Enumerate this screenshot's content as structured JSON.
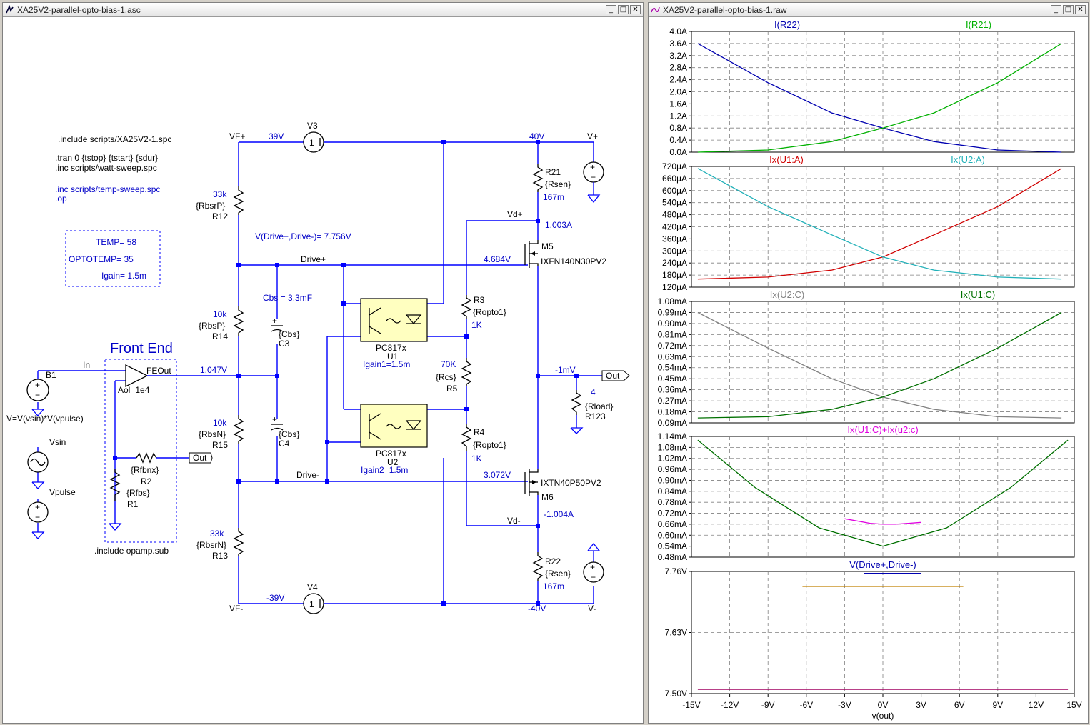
{
  "schematic_window": {
    "title": "XA25V2-parallel-opto-bias-1.asc",
    "directives": {
      "include_spc": ".include scripts/XA25V2-1.spc",
      "tran": ".tran 0 {tstop} {tstart} {sdur}",
      "inc_watt": ".inc scripts/watt-sweep.spc",
      "inc_temp": ".inc scripts/temp-sweep.spc",
      "op": ".op",
      "include_opamp": ".include opamp.sub"
    },
    "params": {
      "temp": "TEMP= 58",
      "optotemp": "OPTOTEMP= 35",
      "igain": "Igain= 1.5m"
    },
    "vdrive_readout": "V(Drive+,Drive-)=   7.756V",
    "cbs_note": "Cbs = 3.3mF",
    "front_end_title": "Front End",
    "nets": {
      "vf_plus": "VF+",
      "vf_minus": "VF-",
      "v_plus": "V+",
      "v_minus": "V-",
      "drive_plus": "Drive+",
      "drive_minus": "Drive-",
      "vd_plus": "Vd+",
      "vd_minus": "Vd-",
      "in": "In",
      "feout": "FEOut",
      "out1": "Out",
      "out2": "Out"
    },
    "voltages": {
      "v39": "39V",
      "v40": "40V",
      "vm39": "-39V",
      "vm40": "-40V",
      "v1047": "1.047V",
      "v4684": "4.684V",
      "v3072": "3.072V",
      "vm1mv": "-1mV",
      "i1003": "1.003A",
      "im1004": "-1.004A"
    },
    "components": {
      "v3": "V3",
      "v4": "V4",
      "b1": "B1",
      "b1_expr": "V=V(vsin)*V(vpulse)",
      "vsin": "Vsin",
      "vpulse": "Vpulse",
      "aol": "Aol=1e4",
      "r12_val": "33k",
      "r12_param": "{RbsrP}",
      "r12": "R12",
      "r14_val": "10k",
      "r14_param": "{RbsP}",
      "r14": "R14",
      "r15_val": "10k",
      "r15_param": "{RbsN}",
      "r15": "R15",
      "r13_val": "33k",
      "r13_param": "{RbsrN}",
      "r13": "R13",
      "c3_param": "{Cbs}",
      "c3": "C3",
      "c4_param": "{Cbs}",
      "c4": "C4",
      "r21": "R21",
      "r21_param": "{Rsen}",
      "r21_val": "167m",
      "r22": "R22",
      "r22_param": "{Rsen}",
      "r22_val": "167m",
      "m5": "M5",
      "m5_part": "IXFN140N30PV2",
      "m6": "M6",
      "m6_part": "IXTN40P50PV2",
      "r3": "R3",
      "r3_param": "{Ropto1}",
      "r3_val": "1K",
      "r4": "R4",
      "r4_param": "{Ropto1}",
      "r4_val": "1K",
      "r5_val": "70K",
      "r5_param": "{Rcs}",
      "r5": "R5",
      "u1_part": "PC817x",
      "u1": "U1",
      "u1_gain": "Igain1=1.5m",
      "u2_part": "PC817x",
      "u2": "U2",
      "u2_gain": "Igain2=1.5m",
      "r123_val": "4",
      "r123_param": "{Rload}",
      "r123": "R123",
      "r2_param": "{Rfbnx}",
      "r2": "R2",
      "r1_param": "{Rfbs}",
      "r1": "R1",
      "src_one": "1"
    }
  },
  "waveform_window": {
    "title": "XA25V2-parallel-opto-bias-1.raw",
    "xlabel": "v(out)",
    "x_ticks": [
      "-15V",
      "-12V",
      "-9V",
      "-6V",
      "-3V",
      "0V",
      "3V",
      "6V",
      "9V",
      "12V",
      "15V"
    ],
    "colors": {
      "blue": "#0000b0",
      "green": "#00b000",
      "red": "#d00000",
      "cyan": "#20b0b8",
      "gray": "#808080",
      "dkgreen": "#007000",
      "magenta": "#e000e0",
      "brown": "#c08000"
    }
  },
  "chart_data": [
    {
      "type": "line",
      "title": "",
      "series": [
        {
          "name": "I(R22)",
          "color": "#0000b0",
          "x": [
            -14.5,
            -9,
            -4,
            0,
            4,
            9,
            14
          ],
          "y": [
            3.6,
            2.3,
            1.3,
            0.8,
            0.35,
            0.07,
            0.0
          ]
        },
        {
          "name": "I(R21)",
          "color": "#00b000",
          "x": [
            -14.5,
            -9,
            -4,
            0,
            4,
            9,
            14
          ],
          "y": [
            0.0,
            0.07,
            0.35,
            0.8,
            1.3,
            2.3,
            3.6
          ]
        }
      ],
      "y_ticks": [
        "4.0A",
        "3.6A",
        "3.2A",
        "2.8A",
        "2.4A",
        "2.0A",
        "1.6A",
        "1.2A",
        "0.8A",
        "0.4A",
        "0.0A"
      ],
      "ylim": [
        0,
        4.0
      ],
      "xlim": [
        -15,
        15
      ],
      "grid": true
    },
    {
      "type": "line",
      "title": "",
      "series": [
        {
          "name": "Ix(U1:A)",
          "color": "#d00000",
          "x": [
            -14.5,
            -9,
            -4,
            0,
            4,
            9,
            14
          ],
          "y": [
            160,
            170,
            205,
            270,
            380,
            520,
            710
          ]
        },
        {
          "name": "Ix(U2:A)",
          "color": "#20b0b8",
          "x": [
            -14.5,
            -9,
            -4,
            0,
            4,
            9,
            14
          ],
          "y": [
            710,
            520,
            380,
            270,
            205,
            170,
            160
          ]
        }
      ],
      "y_ticks": [
        "720µA",
        "660µA",
        "600µA",
        "540µA",
        "480µA",
        "420µA",
        "360µA",
        "300µA",
        "240µA",
        "180µA",
        "120µA"
      ],
      "ylim": [
        120,
        720
      ],
      "xlim": [
        -15,
        15
      ],
      "grid": true
    },
    {
      "type": "line",
      "title": "",
      "series": [
        {
          "name": "Ix(U2:C)",
          "color": "#808080",
          "x": [
            -14.5,
            -9,
            -4,
            0,
            4,
            9,
            14
          ],
          "y": [
            0.99,
            0.7,
            0.45,
            0.3,
            0.2,
            0.14,
            0.13
          ]
        },
        {
          "name": "Ix(U1:C)",
          "color": "#007000",
          "x": [
            -14.5,
            -9,
            -4,
            0,
            4,
            9,
            14
          ],
          "y": [
            0.13,
            0.14,
            0.2,
            0.3,
            0.45,
            0.7,
            0.99
          ]
        }
      ],
      "y_ticks": [
        "1.08mA",
        "0.99mA",
        "0.90mA",
        "0.81mA",
        "0.72mA",
        "0.63mA",
        "0.54mA",
        "0.45mA",
        "0.36mA",
        "0.27mA",
        "0.18mA",
        "0.09mA"
      ],
      "ylim": [
        0.09,
        1.08
      ],
      "xlim": [
        -15,
        15
      ],
      "grid": true
    },
    {
      "type": "line",
      "title": "",
      "series": [
        {
          "name": "Ix(U1:C)+Ix(u2:c)",
          "color": "#e000e0",
          "x": [
            -3,
            -1,
            0,
            1,
            2,
            3
          ],
          "y": [
            0.69,
            0.665,
            0.66,
            0.66,
            0.665,
            0.67
          ]
        },
        {
          "name": "",
          "color": "#007000",
          "x": [
            -14.5,
            -10,
            -5,
            0,
            5,
            10,
            14.5
          ],
          "y": [
            1.12,
            0.86,
            0.64,
            0.54,
            0.64,
            0.86,
            1.12
          ]
        }
      ],
      "y_ticks": [
        "1.14mA",
        "1.08mA",
        "1.02mA",
        "0.96mA",
        "0.90mA",
        "0.84mA",
        "0.78mA",
        "0.72mA",
        "0.66mA",
        "0.60mA",
        "0.54mA",
        "0.48mA"
      ],
      "ylim": [
        0.48,
        1.14
      ],
      "xlim": [
        -15,
        15
      ],
      "grid": true
    },
    {
      "type": "line",
      "title": "",
      "series": [
        {
          "name": "V(Drive+,Drive-)",
          "color": "#0000b0",
          "x": [
            -1.5,
            3
          ],
          "y": [
            7.756,
            7.756
          ]
        },
        {
          "name": "",
          "color": "#c08000",
          "x": [
            -6.3,
            6.3
          ],
          "y": [
            7.728,
            7.728
          ]
        },
        {
          "name": "",
          "color": "#a00060",
          "x": [
            -14.5,
            14.5
          ],
          "y": [
            7.509,
            7.509
          ]
        }
      ],
      "y_ticks": [
        "7.76V",
        "7.63V",
        "7.50V"
      ],
      "ylim": [
        7.5,
        7.76
      ],
      "xlim": [
        -15,
        15
      ],
      "grid": true
    }
  ]
}
